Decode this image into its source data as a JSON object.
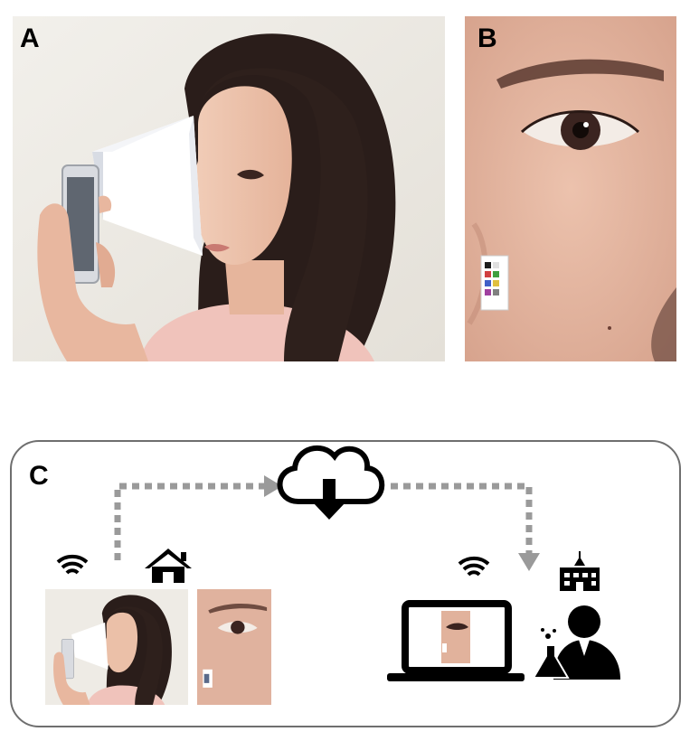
{
  "figure": {
    "panels": [
      {
        "id": "A",
        "label": "A",
        "content": "photo-woman-holding-smartphone-device"
      },
      {
        "id": "B",
        "label": "B",
        "content": "photo-eye-closeup-with-color-reference-card"
      },
      {
        "id": "C",
        "label": "C",
        "content": "telemedicine-workflow-diagram"
      }
    ],
    "workflow": {
      "icons": [
        "wifi-icon",
        "home-icon",
        "cloud-download-icon",
        "laptop-icon",
        "hospital-icon",
        "scientist-icon"
      ],
      "arrow_color": "#9a9a9a",
      "icon_color": "#000000",
      "border_color": "#6f6f6f"
    }
  }
}
